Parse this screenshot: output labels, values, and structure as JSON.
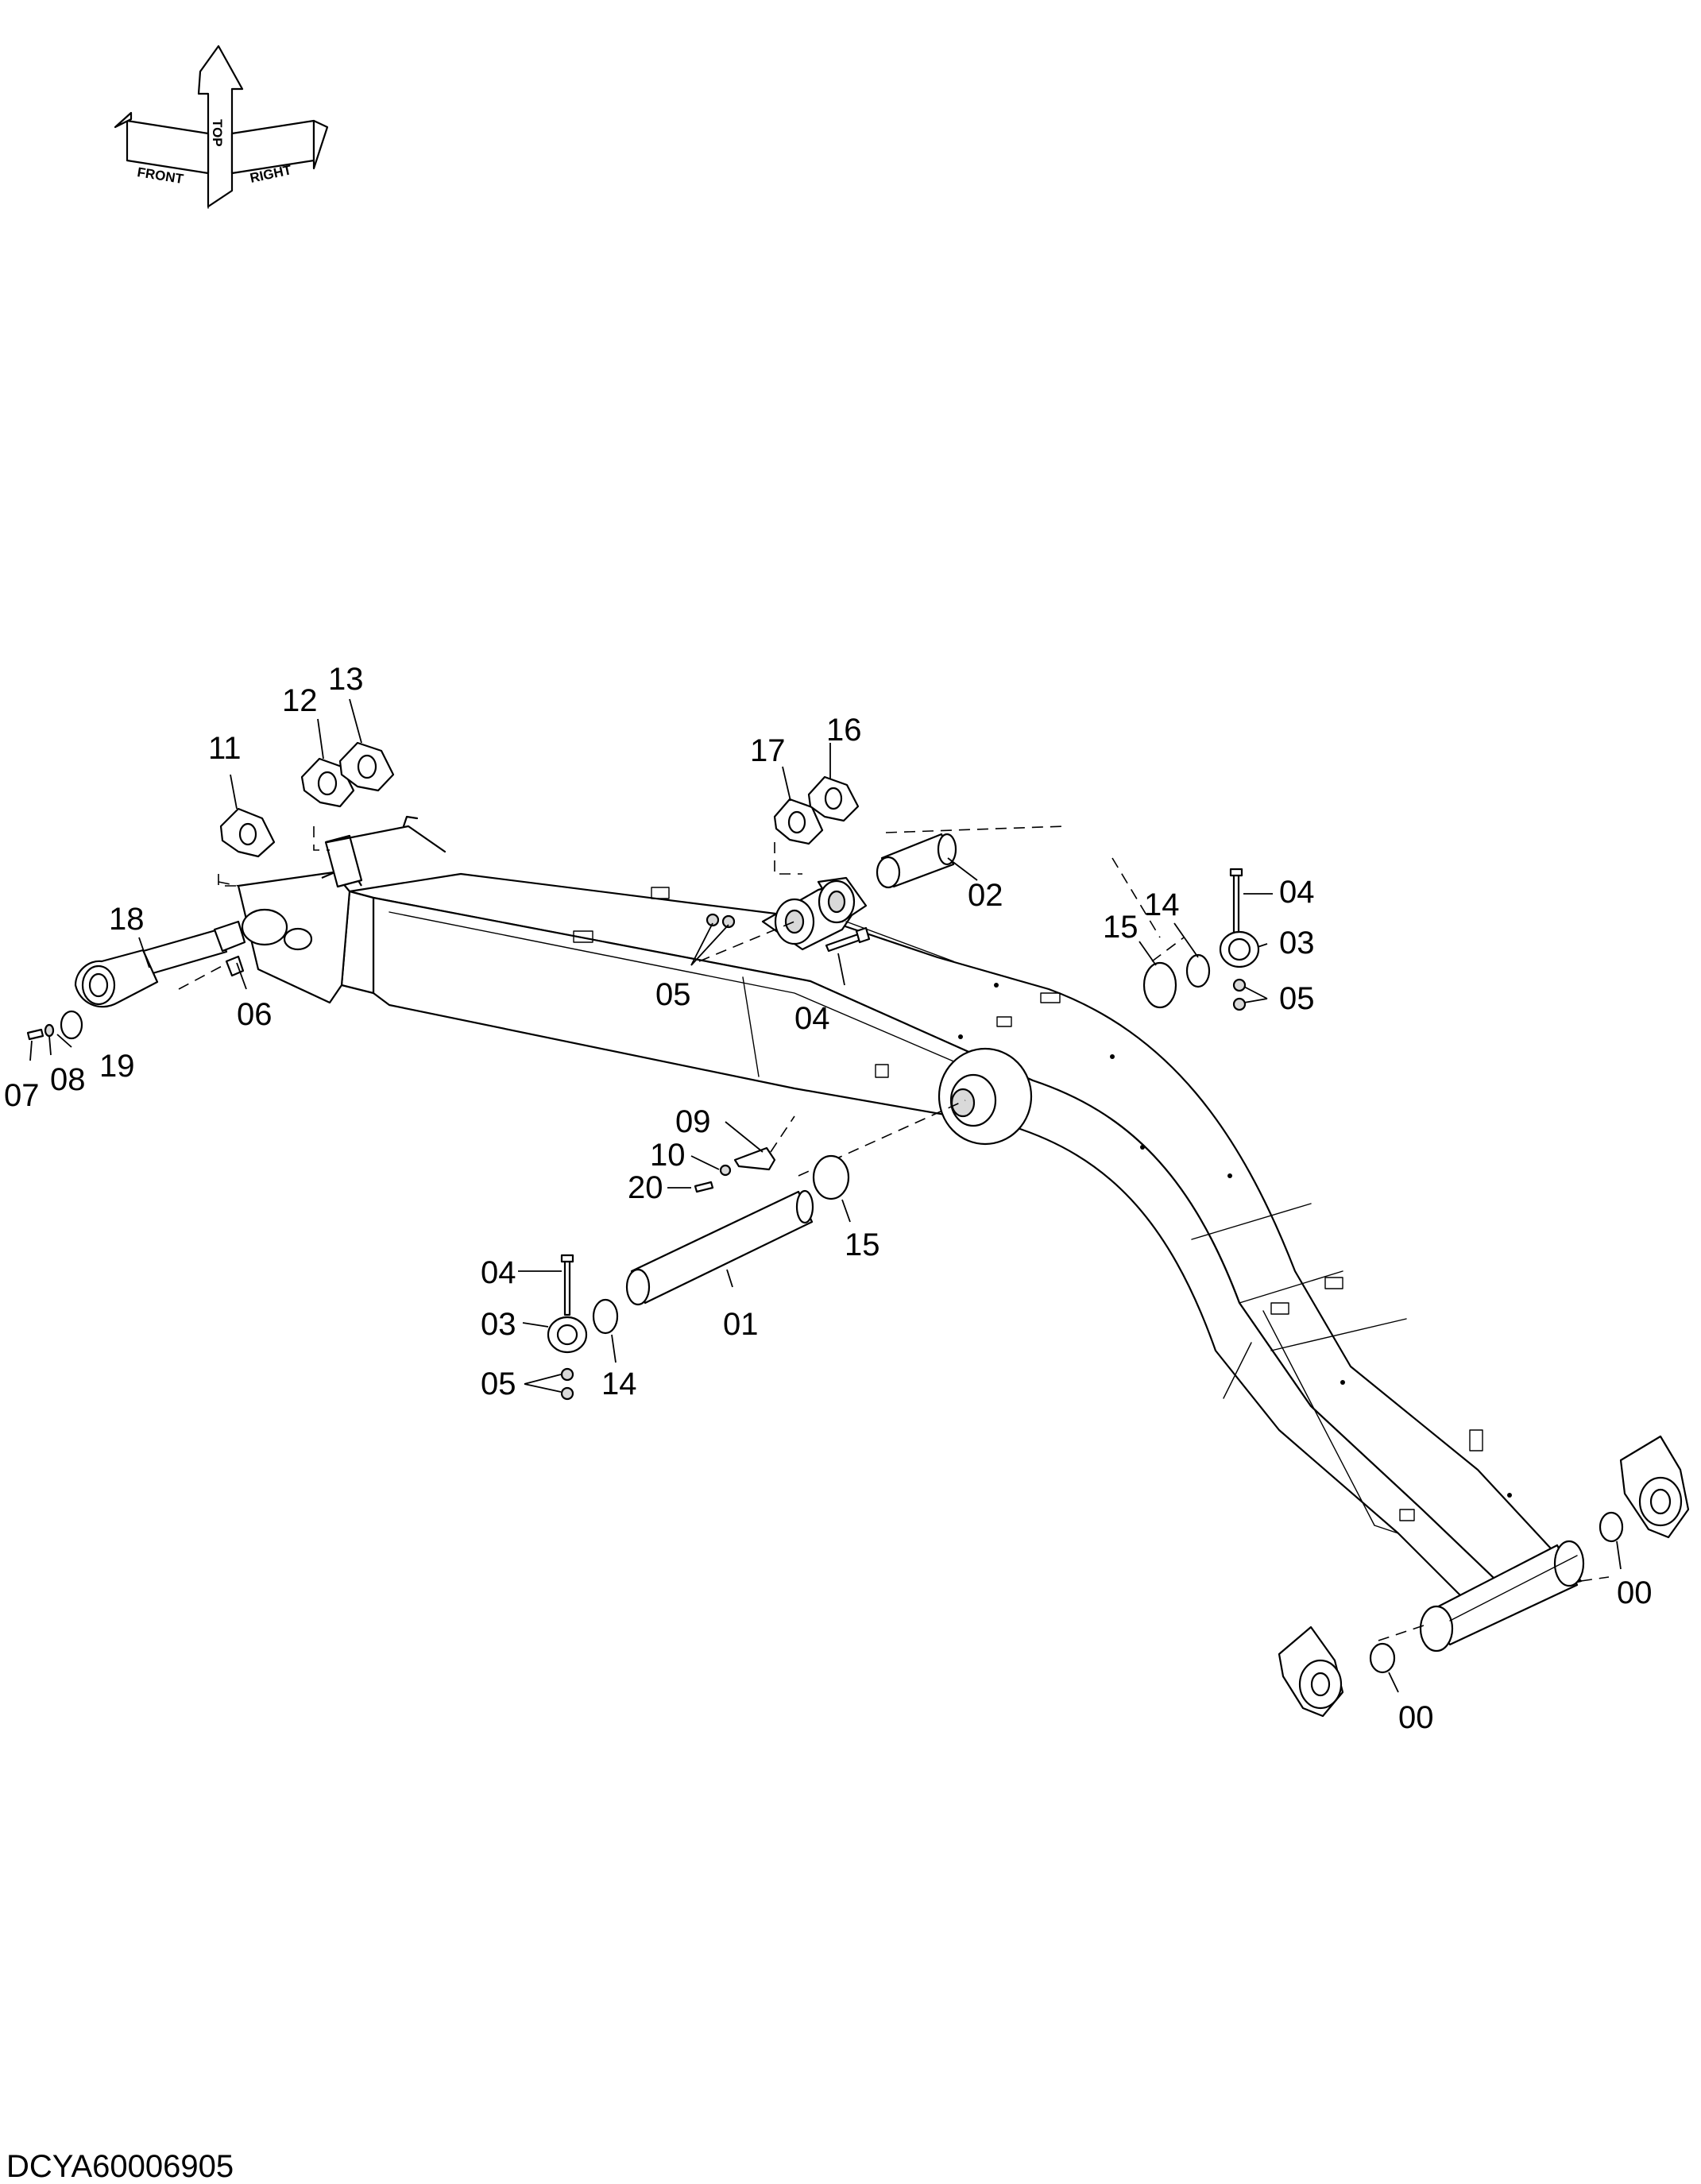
{
  "orientation": {
    "labels": [
      "FRONT",
      "TOP",
      "RIGHT"
    ]
  },
  "callouts": {
    "c01": "01",
    "c02": "02",
    "c03a": "03",
    "c03b": "03",
    "c04a": "04",
    "c04b": "04",
    "c04c": "04",
    "c05a": "05",
    "c05b": "05",
    "c05c": "05",
    "c06": "06",
    "c07": "07",
    "c08": "08",
    "c09": "09",
    "c10": "10",
    "c11": "11",
    "c12": "12",
    "c13": "13",
    "c14a": "14",
    "c14b": "14",
    "c15a": "15",
    "c15b": "15",
    "c16": "16",
    "c17": "17",
    "c18": "18",
    "c19": "19",
    "c20": "20",
    "c00a": "00",
    "c00b": "00"
  },
  "document_id": "DCYA60006905"
}
